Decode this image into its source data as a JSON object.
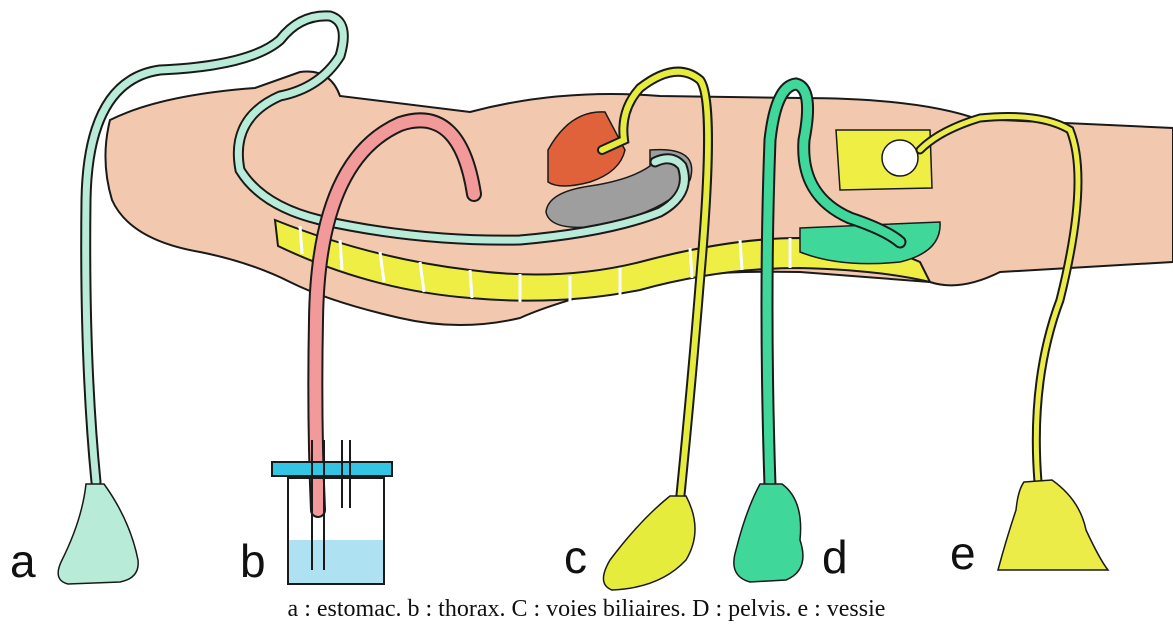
{
  "labels": {
    "a": "a",
    "b": "b",
    "c": "c",
    "d": "d",
    "e": "e"
  },
  "caption": "a : estomac. b : thorax. C : voies biliaires. D : pelvis. e : vessie",
  "colors": {
    "body": "#f2c9ae",
    "outline": "#1a1a1a",
    "gastric_tube": "#b8ecd9",
    "thoracic_tube": "#f29a9a",
    "biliary_tube": "#e6ec3c",
    "pelvic_tube": "#3fd89a",
    "bladder_tube": "#ecec48",
    "spine": "#eeee44",
    "liver": "#e0623a",
    "stomach": "#9e9e9e",
    "bottle_cap": "#33c6e4",
    "bottle_water": "#aee2f2",
    "pelvic_fluid": "#3fd89a"
  }
}
